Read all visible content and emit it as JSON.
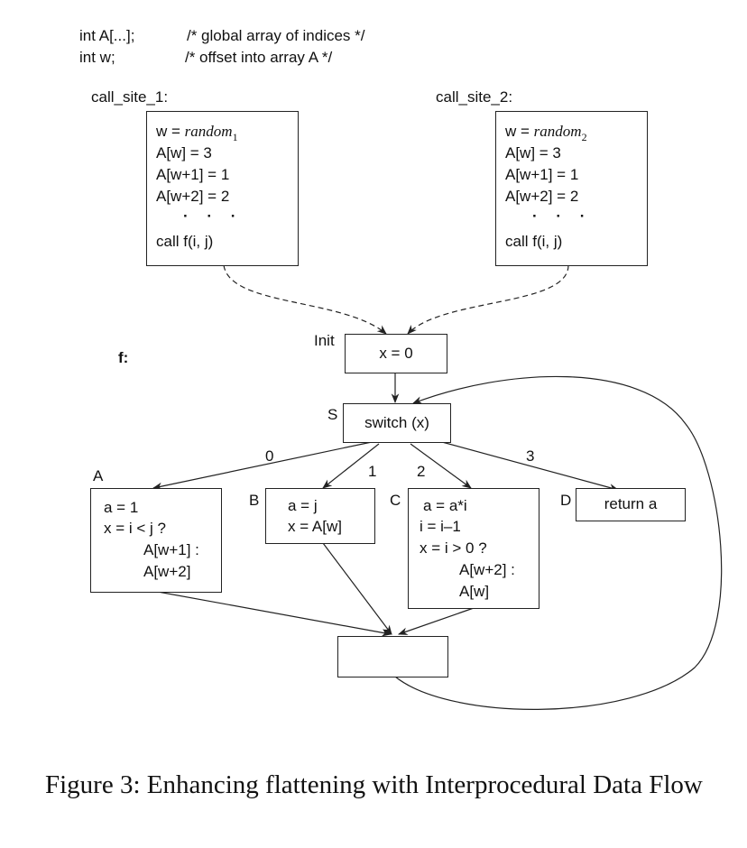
{
  "decls": {
    "line1_code": "int A[...];",
    "line1_comment": "/* global array of indices */",
    "line2_code": "int w;",
    "line2_comment": "/* offset into array A */"
  },
  "call_site_1": {
    "label": "call_site_1:",
    "w_prefix": "w = ",
    "random": "random",
    "random_sub": "1",
    "lines": [
      "A[w] = 3",
      "A[w+1] = 1",
      "A[w+2] = 2"
    ],
    "dots": "· · ·",
    "call": "call f(i, j)"
  },
  "call_site_2": {
    "label": "call_site_2:",
    "w_prefix": "w = ",
    "random": "random",
    "random_sub": "2",
    "lines": [
      "A[w] = 3",
      "A[w+1] = 1",
      "A[w+2] = 2"
    ],
    "dots": "· · ·",
    "call": "call f(i, j)"
  },
  "function_label": "f:",
  "init": {
    "label": "Init",
    "code": "x = 0"
  },
  "switch": {
    "label": "S",
    "code": "switch (x)"
  },
  "edge_labels": [
    "0",
    "1",
    "2",
    "3"
  ],
  "block_a": {
    "label": "A",
    "lines": [
      "a = 1",
      "x = i < j ?",
      "A[w+1] :",
      "A[w+2]"
    ]
  },
  "block_b": {
    "label": "B",
    "lines": [
      "a = j",
      "x = A[w]"
    ]
  },
  "block_c": {
    "label": "C",
    "lines": [
      "a = a*i",
      "i = i–1",
      "x = i > 0 ?",
      "A[w+2] :",
      "A[w]"
    ]
  },
  "block_d": {
    "label": "D",
    "code": "return a"
  },
  "caption": "Figure 3: Enhancing flattening with Interprocedural Data Flow"
}
